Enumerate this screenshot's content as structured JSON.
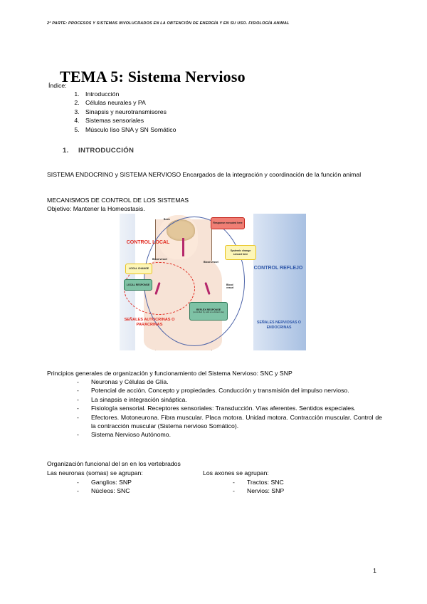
{
  "header": {
    "running_text": "2ª PARTE: PROCESOS Y SISTEMAS INVOLUCRADOS EN LA OBTENCIÓN DE ENERGÍA Y EN SU USO.  FISIOLOGÍA ANIMAL"
  },
  "title": "TEMA 5: Sistema Nervioso",
  "index": {
    "label": "Índice:",
    "items": [
      "Introducción",
      "Células neurales y PA",
      "Sinapsis y neurotransmisores",
      "Sistemas sensoriales",
      "Músculo liso SNA y SN Somático"
    ]
  },
  "section": {
    "number": "1.",
    "heading": "INTRODUCCIÓN"
  },
  "paragraphs": {
    "endocrino": "SISTEMA ENDOCRINO y SISTEMA NERVIOSO Encargados de la integración y coordinación de la función animal",
    "mecanismos_line1": "MECANISMOS DE CONTROL DE LOS SISTEMAS",
    "mecanismos_line2": "Objetivo: Mantener la Homeostasis."
  },
  "figure": {
    "labels": {
      "brain": "Brain",
      "blood_vessel_1": "Blood vessel",
      "blood_vessel_2": "Blood vessel",
      "blood_vessel_3": "Blood vessel"
    },
    "boxes": {
      "response": "Response executed here",
      "systemic": "Systemic change sensed here",
      "local_change": "LOCAL CHANGE",
      "local_response": "LOCAL RESPONSE",
      "reflex_title": "REFLEX RESPONSE",
      "reflex_sub": "(controlled by cells at a distant site)"
    },
    "captions": {
      "control_local": "CONTROL LOCAL",
      "control_reflejo": "CONTROL REFLEJO",
      "autocrinas": "SEÑALES AUTOCRINAS O PARACRINAS",
      "nerviosas": "SEÑALES NERVIOSAS O ENDOCRINAS"
    },
    "colors": {
      "red": "#e02a20",
      "blue": "#2c55a8",
      "green": "#7ec2a5",
      "yellow": "#fdf6b8",
      "skin": "#f7e3d6"
    }
  },
  "principios": {
    "intro": "Principios generales de organización y funcionamiento del Sistema Nervioso:  SNC y SNP",
    "items": [
      "Neuronas y Células de Glía.",
      "Potencial de acción. Concepto y propiedades. Conducción y transmisión del impulso nervioso.",
      "La sinapsis e integración sináptica.",
      "Fisiología sensorial. Receptores sensoriales: Transducción. Vías aferentes. Sentidos especiales.",
      "Efectores. Motoneurona. Fibra muscular. Placa motora. Unidad motora. Contracción muscular. Control de la contracción muscular (Sistema nervioso Somático).",
      "Sistema Nervioso Autónomo."
    ]
  },
  "organizacion": {
    "title": "Organización funcional del sn en los vertebrados",
    "left_heading": "Las neuronas (somas) se agrupan:",
    "right_heading": "Los axones se agrupan:",
    "left_items": [
      "Ganglios: SNP",
      "Núcleos: SNC"
    ],
    "right_items": [
      "Tractos: SNC",
      "Nervios: SNP"
    ]
  },
  "footer": {
    "page_number": "1"
  }
}
